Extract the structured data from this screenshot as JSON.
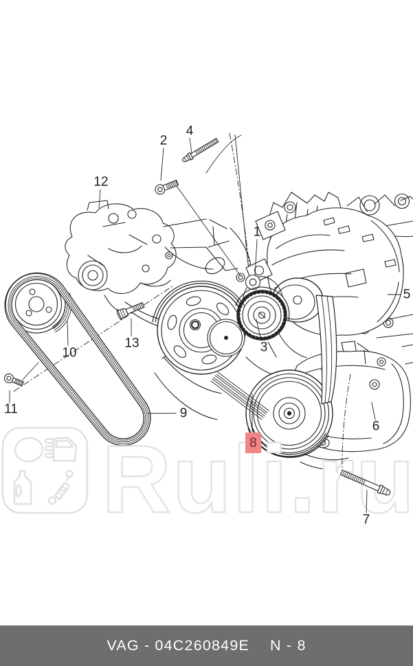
{
  "diagram": {
    "name": "engine-auxiliary-belt-drive-parts-diagram",
    "callouts": [
      {
        "num": "1",
        "highlighted": false
      },
      {
        "num": "2",
        "highlighted": false
      },
      {
        "num": "3",
        "highlighted": false
      },
      {
        "num": "4",
        "highlighted": false
      },
      {
        "num": "5",
        "highlighted": false
      },
      {
        "num": "6",
        "highlighted": false
      },
      {
        "num": "7",
        "highlighted": false
      },
      {
        "num": "8",
        "highlighted": true
      },
      {
        "num": "9",
        "highlighted": false
      },
      {
        "num": "10",
        "highlighted": false
      },
      {
        "num": "11",
        "highlighted": false
      },
      {
        "num": "12",
        "highlighted": false
      },
      {
        "num": "13",
        "highlighted": false
      }
    ],
    "highlight_color": "#f28585",
    "highlight_text_color": "#6b2b2b",
    "line_color": "#232323"
  },
  "watermark": {
    "text": "Ruli.ru",
    "color": "#e4e4e4",
    "logo_icons": [
      "headlight-icon",
      "car-door-icon",
      "oil-canister-icon",
      "shock-absorber-icon"
    ]
  },
  "footer": {
    "catalog_label": "VAG - 04C260849E",
    "page_label": "N - 8",
    "background": "#6e6e6e",
    "text_color": "#ffffff"
  }
}
